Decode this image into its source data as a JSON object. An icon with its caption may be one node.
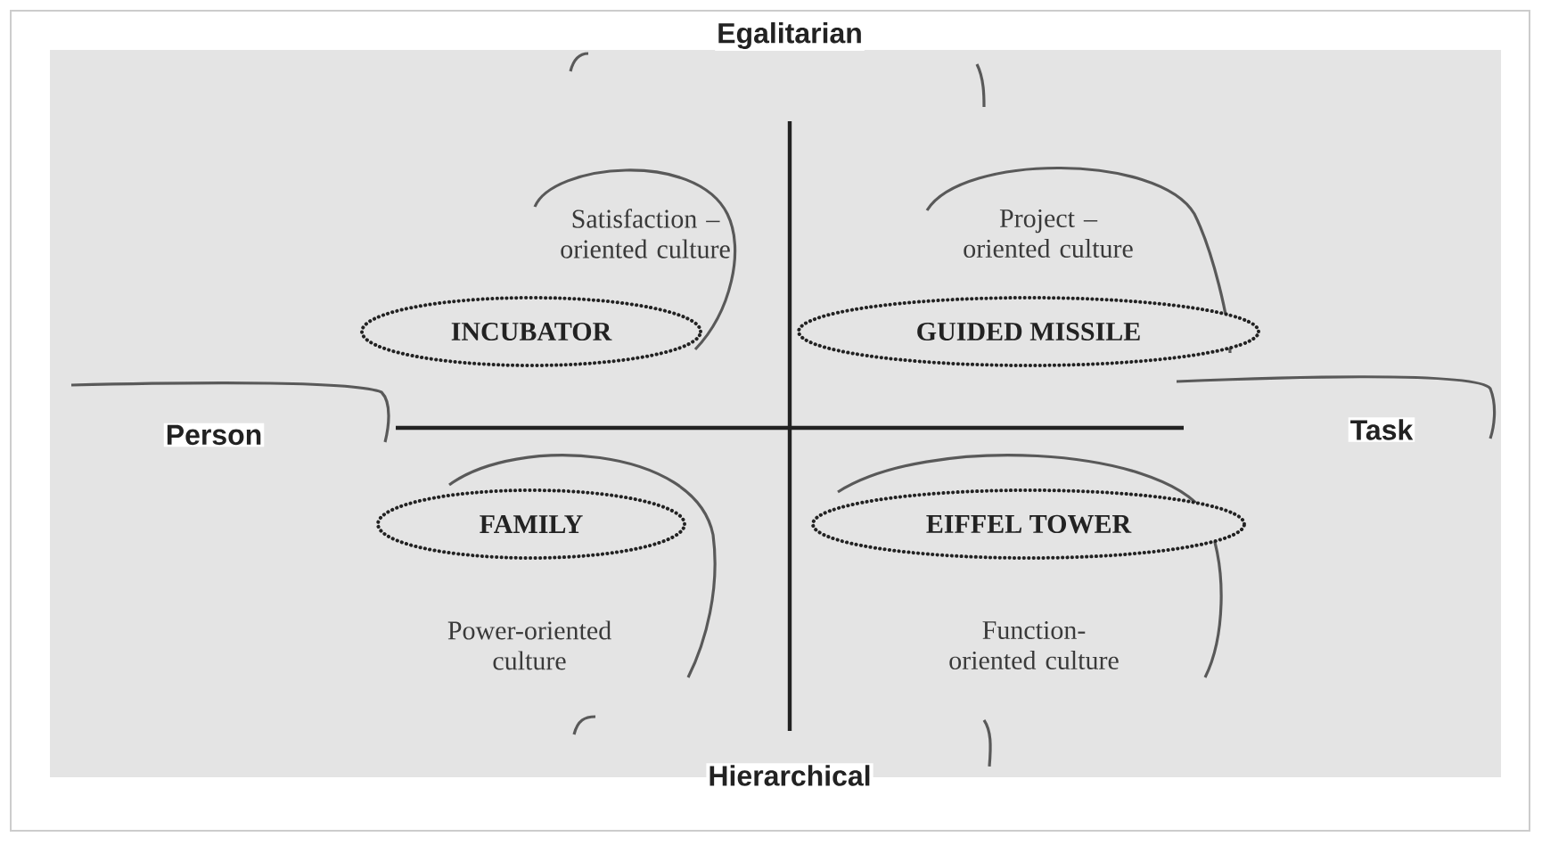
{
  "diagram": {
    "nodes": [
      {
        "text": [
          "INCUBATOR"
        ],
        "beside": [
          "Satisfaction – oriented culture"
        ]
      },
      {
        "text": [
          "GUIDED MISSILE"
        ],
        "beside": [
          "Project – oriented culture"
        ]
      },
      {
        "text": [
          "FAMILY"
        ],
        "beside": [
          "Power-oriented culture"
        ]
      },
      {
        "text": [
          "EIFFEL TOWER"
        ],
        "beside": [
          "Function-oriented culture"
        ]
      }
    ],
    "labels": [
      "Egalitarian",
      "Person",
      "Task",
      "Hierarchical"
    ]
  }
}
